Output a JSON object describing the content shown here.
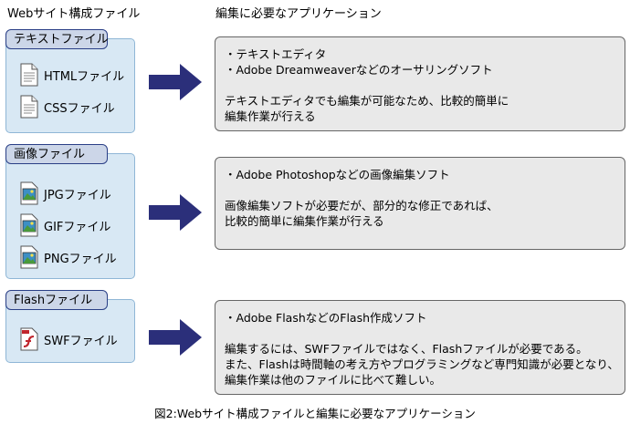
{
  "headings": {
    "left": "Webサイト構成ファイル",
    "right": "編集に必要なアプリケーション"
  },
  "groups": [
    {
      "label": "テキストファイル",
      "files": [
        {
          "name": "HTMLファイル",
          "icon": "text-document-icon"
        },
        {
          "name": "CSSファイル",
          "icon": "text-document-icon"
        }
      ],
      "description": {
        "apps": [
          "・テキストエディタ",
          "・Adobe Dreamweaverなどのオーサリングソフト"
        ],
        "notes": [
          "テキストエディタでも編集が可能なため、比較的簡単に",
          "編集作業が行える"
        ]
      }
    },
    {
      "label": "画像ファイル",
      "files": [
        {
          "name": "JPGファイル",
          "icon": "image-file-icon"
        },
        {
          "name": "GIFファイル",
          "icon": "image-file-icon"
        },
        {
          "name": "PNGファイル",
          "icon": "image-file-icon"
        }
      ],
      "description": {
        "apps": [
          "・Adobe Photoshopなどの画像編集ソフト"
        ],
        "notes": [
          "画像編集ソフトが必要だが、部分的な修正であれば、",
          "比較的簡単に編集作業が行える"
        ]
      }
    },
    {
      "label": "Flashファイル",
      "files": [
        {
          "name": "SWFファイル",
          "icon": "flash-file-icon"
        }
      ],
      "description": {
        "apps": [
          "・Adobe FlashなどのFlash作成ソフト"
        ],
        "notes": [
          "編集するには、SWFファイルではなく、Flashファイルが必要である。",
          "また、Flashは時間軸の考え方やプログラミングなど専門知識が必要となり、",
          "編集作業は他のファイルに比べて難しい。"
        ]
      }
    }
  ],
  "colors": {
    "arrow": "#2b2f7a",
    "group_box": "#d8e8f4",
    "group_tab": "#ccd6e8",
    "desc_box": "#e9e9e9"
  },
  "caption": "図2:Webサイト構成ファイルと編集に必要なアプリケーション"
}
